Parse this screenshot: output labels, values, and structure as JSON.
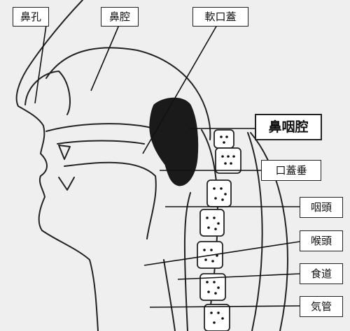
{
  "labels": {
    "nostril": "鼻孔",
    "nasal_cavity": "鼻腔",
    "soft_palate": "軟口蓋",
    "nasopharynx": "鼻咽腔",
    "uvula": "口蓋垂",
    "pharynx": "咽頭",
    "larynx": "喉頭",
    "esophagus": "食道",
    "trachea": "気管"
  },
  "colors": {
    "background": "#efefef",
    "outline": "#222222",
    "highlight": "#1a1a1a"
  }
}
